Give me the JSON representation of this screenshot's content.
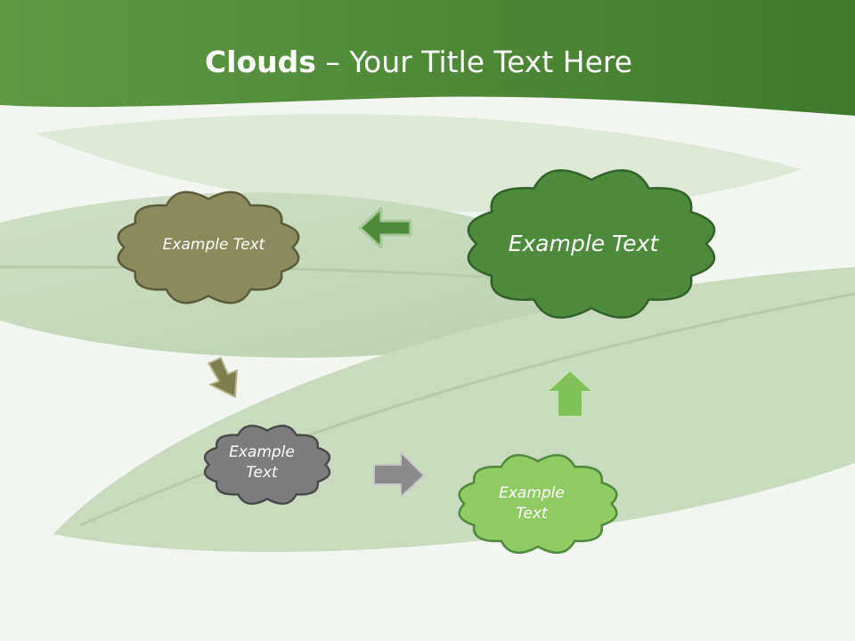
{
  "slide": {
    "title_bold": "Clouds",
    "title_dash": " – ",
    "title_rest": "Your Title Text Here"
  },
  "clouds": [
    {
      "name": "cloud-olive",
      "text": "Example Text",
      "fill": "#8a8a5c",
      "stroke": "#5c5c3a",
      "text_color": "#ffffff"
    },
    {
      "name": "cloud-dark-green",
      "text": "Example Text",
      "fill": "#4e8a3c",
      "stroke": "#33612a",
      "text_color": "#ffffff"
    },
    {
      "name": "cloud-gray",
      "text": "Example\nText",
      "fill": "#7d7d7d",
      "stroke": "#4a4a4a",
      "text_color": "#ffffff"
    },
    {
      "name": "cloud-light-green",
      "text": "Example\nText",
      "fill": "#8fcb63",
      "stroke": "#4e8a3c",
      "text_color": "#ffffff"
    }
  ],
  "colors": {
    "header_green": "#4a8a34",
    "arrow_dark_green": "#4e8a3c",
    "arrow_olive": "#7d7d4d",
    "arrow_gray": "#8a8a8a",
    "arrow_light_green": "#7fc25a"
  }
}
